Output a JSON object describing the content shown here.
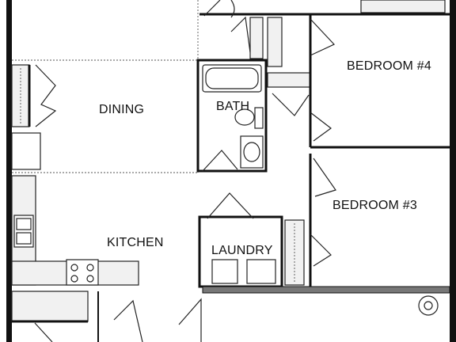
{
  "rooms": {
    "bedroom4": "BEDROOM #4",
    "dining": "DINING",
    "bath": "BATH",
    "bedroom3": "BEDROOM #3",
    "kitchen": "KITCHEN",
    "laundry": "LAUNDRY"
  },
  "colors": {
    "wall": "#111111",
    "cabinet": "#f1f1f1",
    "background": "#ffffff"
  }
}
